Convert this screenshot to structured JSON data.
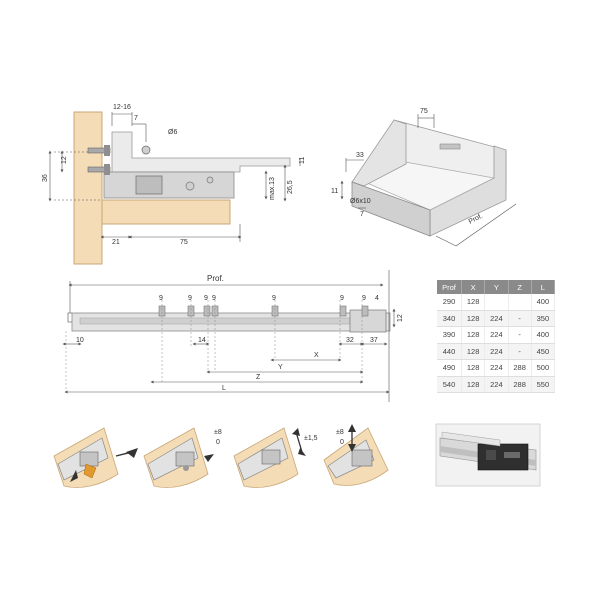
{
  "colors": {
    "wood": "#f3dcb6",
    "wood_edge": "#c9a877",
    "panel": "#ebebeb",
    "panel_edge": "#9a9a9a",
    "metal": "#c9c9c9",
    "dimension_line": "#555555",
    "table_header": "#8a8a8a"
  },
  "side_section": {
    "dims": {
      "top_gap": "12-16",
      "depth": "7",
      "hole": "Ø6",
      "pitch": "12",
      "height": "36",
      "rail_height": "11",
      "max": "max.13",
      "drawer_height": "26,5",
      "left_gap": "21",
      "runner": "75"
    }
  },
  "drawer_view": {
    "dims": {
      "top": "75",
      "side": "33",
      "thickness": "11",
      "hole": "Ø6x10",
      "inset": "7",
      "depth_label": "Prof."
    }
  },
  "rail_view": {
    "dims": {
      "prof": "Prof.",
      "hole_9": "9",
      "hole_4": "4",
      "height_12": "12",
      "offset_10": "10",
      "offset_14": "14",
      "x": "X",
      "y": "Y",
      "z": "Z",
      "l": "L",
      "d32": "32",
      "d37": "37"
    }
  },
  "spec_table": {
    "headers": [
      "Prof",
      "X",
      "Y",
      "Z",
      "L"
    ],
    "rows": [
      [
        "290",
        "128",
        "",
        "",
        "400"
      ],
      [
        "340",
        "128",
        "224",
        "-",
        "350"
      ],
      [
        "390",
        "128",
        "224",
        "-",
        "400"
      ],
      [
        "440",
        "128",
        "224",
        "-",
        "450"
      ],
      [
        "490",
        "128",
        "224",
        "288",
        "500"
      ],
      [
        "540",
        "128",
        "224",
        "288",
        "550"
      ]
    ]
  },
  "adjustments": {
    "step2_range": "±8",
    "step2_zero": "0",
    "step3_range": "±1,5",
    "step4_range": "±8",
    "step4_zero": "0"
  }
}
